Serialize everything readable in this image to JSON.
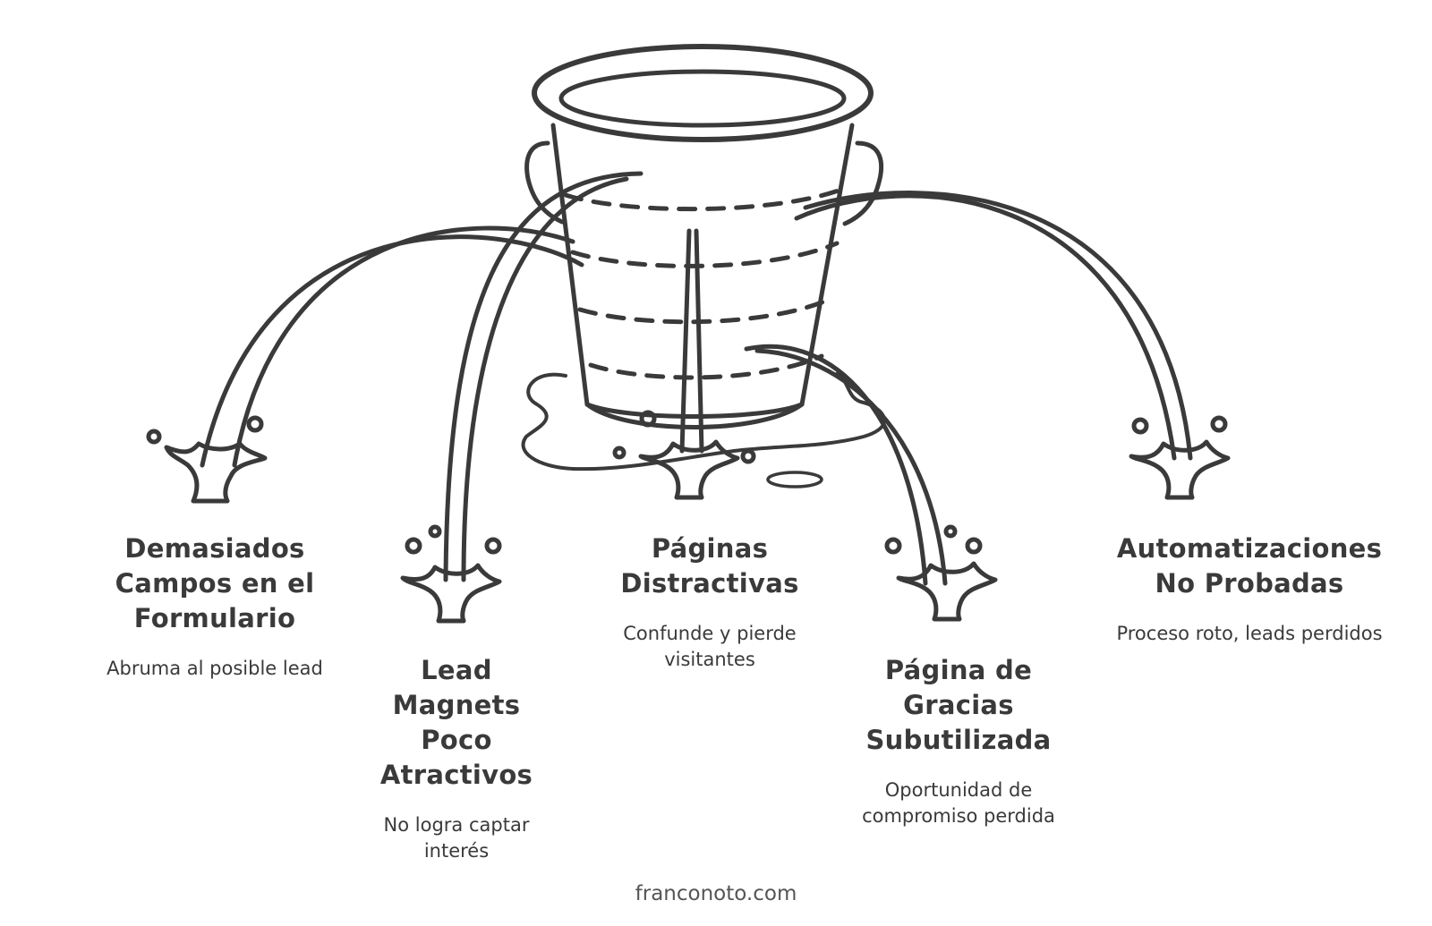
{
  "colors": {
    "ink": "#3a3a3a",
    "background": "#ffffff"
  },
  "diagram": {
    "central_image": "leaking-bucket-icon",
    "leaks": [
      {
        "title": "Demasiados Campos en el Formulario",
        "description": "Abruma al posible lead"
      },
      {
        "title": "Lead Magnets Poco Atractivos",
        "description": "No logra captar interés"
      },
      {
        "title": "Páginas Distractivas",
        "description": "Confunde y pierde visitantes"
      },
      {
        "title": "Página de Gracias Subutilizada",
        "description": "Oportunidad de compromiso perdida"
      },
      {
        "title": "Automatizaciones No Probadas",
        "description": "Proceso roto, leads perdidos"
      }
    ]
  },
  "footer": {
    "text": "franconoto.com"
  }
}
